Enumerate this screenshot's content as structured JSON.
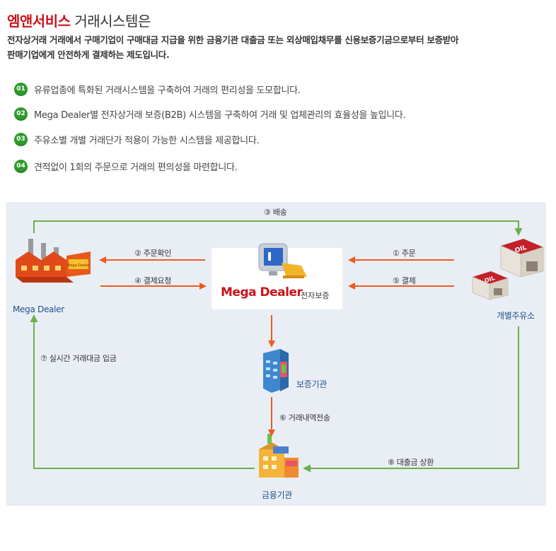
{
  "header": {
    "brand": "엠앤서비스",
    "title_rest": "거래시스템은"
  },
  "intro": {
    "line1": "전자상거래 거래에서 구매기업이 구매대금 지급을 위한 금융기관 대출금 또는 외상매입채무를 신용보증기금으로부터 보증받아",
    "line2": "판매기업에게 안전하게 결제하는 제도입니다."
  },
  "features": [
    {
      "num": "01",
      "text": "유류업종에 특화된 거래시스템을 구축하여 거래의 편리성을 도모합니다."
    },
    {
      "num": "02",
      "text": "Mega Dealer별 전자상거래 보증(B2B) 시스템을 구축하여 거래 및 업체관리의 효율성을 높입니다."
    },
    {
      "num": "03",
      "text": "주유소별 개별 거래단가 적용이 가능한 시스템을 제공합니다."
    },
    {
      "num": "04",
      "text": "견적없이 1회의 주문으로 거래의 편의성을 마련합니다."
    }
  ],
  "diagram": {
    "colors": {
      "orange": "#f05a22",
      "green": "#6ab04c",
      "red": "#c9131b",
      "blue_label": "#1f4f8f"
    },
    "nodes": {
      "mega_dealer_left": "Mega Dealer",
      "center_name": "Mega Dealer",
      "center_sub": "전자보증",
      "station": "개별주유소",
      "guarantee": "보증기관",
      "bank": "금융기관",
      "oil_sign": "OIL",
      "factory_sign": "Mega Dealer"
    },
    "steps": {
      "s1": "① 주문",
      "s2": "② 주문확인",
      "s3": "③ 배송",
      "s4": "④ 결제요청",
      "s5": "⑤ 결제",
      "s6": "⑥ 거래내역전송",
      "s7": "⑦ 실시간 거래대금 입금",
      "s8": "⑧ 대출금 상환"
    }
  }
}
